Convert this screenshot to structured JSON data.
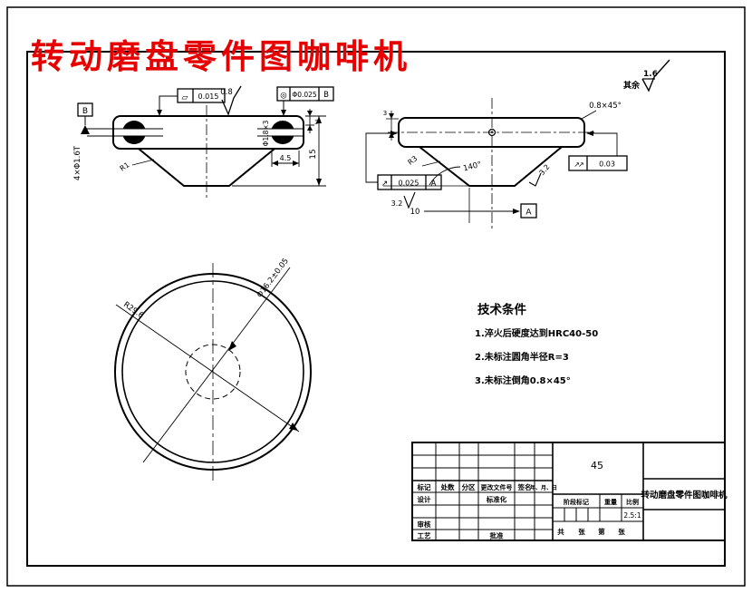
{
  "drawing": {
    "title_overlay": "转动磨盘零件图咖啡机",
    "general_roughness": {
      "prefix": "其余",
      "value": "1.6"
    },
    "colors": {
      "background": "#ffffff",
      "line": "#000000",
      "title_red": "#e60000"
    },
    "left_view": {
      "datum_label": "B",
      "thread_note": "4×Φ1.6T",
      "flatness": {
        "symbol": "▱",
        "value": "0.015"
      },
      "top_roughness": "0.8",
      "concentricity": {
        "symbol": "◎",
        "value": "Φ0.025",
        "datum": "B"
      },
      "height_dim": "15",
      "depth_dim": "4.5",
      "step_dim": "3",
      "hole_note": "Φ1.8×3",
      "fillet_note": "R1"
    },
    "right_view": {
      "chamfer_note": "0.8×45°",
      "runout_left": {
        "symbol": "↗",
        "value": "0.025",
        "datum": "A"
      },
      "runout_right": {
        "symbol": "↗↗",
        "value": "0.03"
      },
      "cone_angle": "140°",
      "slope_roughness": "3.2",
      "bottom_roughness": "3.2",
      "fillet_note": "R3",
      "bottom_dim": "10",
      "datum_label": "A",
      "step_dim": "3"
    },
    "circle_view": {
      "radius_label": "R29.6",
      "pitch_diameter_label": "Φ16.2±0.05"
    },
    "tech_notes": {
      "title": "技术条件",
      "items": [
        "1.淬火后硬度达到HRC40-50",
        "2.未标注圆角半径R=3",
        "3.未标注倒角0.8×45°"
      ]
    },
    "title_block": {
      "material": "45",
      "part_title": "转动磨盘零件图咖啡机",
      "header_cells": [
        "标记",
        "处数",
        "分区",
        "更改文件号",
        "签名",
        "年、月、日"
      ],
      "design_label": "设计",
      "standardization_label": "标准化",
      "audit_label": "审核",
      "process_label": "工艺",
      "approve_label": "批准",
      "stage_label": "阶段标记",
      "weight_label": "重量",
      "scale_label": "比例",
      "scale_value": "2.5:1",
      "sheet_total_label": "共",
      "sheet_label_1": "张",
      "sheet_no_label": "第",
      "sheet_label_2": "张"
    }
  }
}
